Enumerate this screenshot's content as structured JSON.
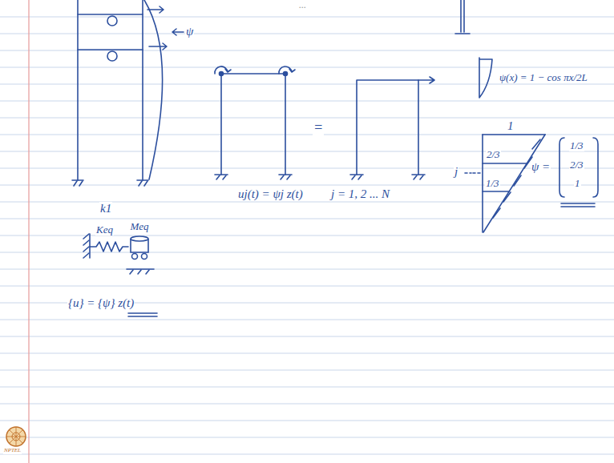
{
  "diagram": {
    "nodes": [
      {
        "text": [
          "Meq"
        ]
      }
    ],
    "labels": [
      "...",
      "ψ",
      "k1",
      "Keq",
      "{u} = {ψ} z(t)",
      "=",
      "uj(t) = ψj z(t)",
      "j = 1, 2 ... N",
      "ψ(x) = 1 − cos πx/2L",
      "1",
      "2/3",
      "1/3",
      "j",
      "ψ =",
      "1/3",
      "2/3",
      "1",
      "NPTEL"
    ]
  }
}
